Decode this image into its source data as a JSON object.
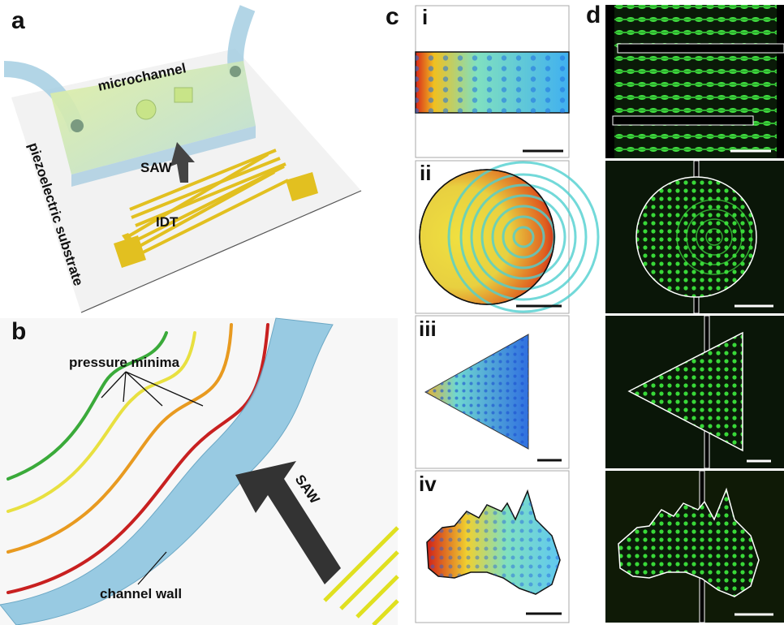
{
  "panels": {
    "a": {
      "label": "a",
      "microchannel": "microchannel",
      "saw": "SAW",
      "idt": "IDT",
      "substrate": "piezoelectric substrate"
    },
    "b": {
      "label": "b",
      "pressure_minima": "pressure minima",
      "channel_wall": "channel wall",
      "saw": "SAW"
    },
    "c": {
      "label": "c",
      "subpanels": [
        "i",
        "ii",
        "iii",
        "iv"
      ]
    },
    "d": {
      "label": "d"
    }
  },
  "colors": {
    "gold": "#e2c020",
    "arrow": "#3a3a3a",
    "channel_blue": "#8ec6e0",
    "fluor_green": "#3adf3a",
    "heat_red": "#d0201a",
    "heat_blue": "#1a5fe0"
  }
}
